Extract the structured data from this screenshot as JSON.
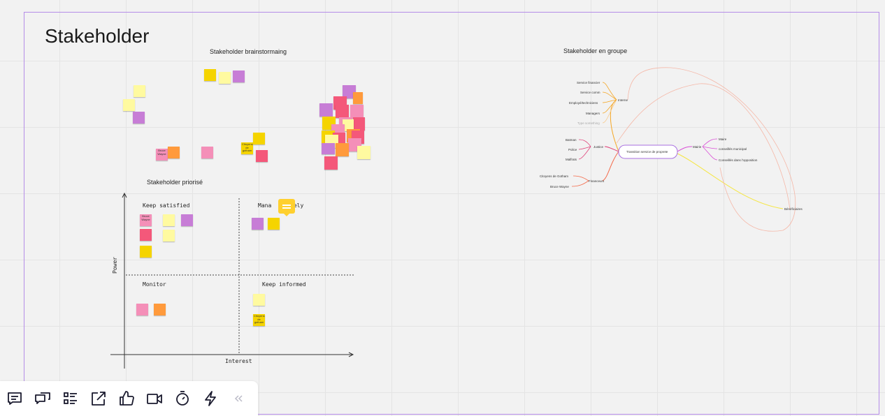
{
  "board": {
    "title": "Stakeholder",
    "sections": {
      "brainstorm": "Stakeholder brainstormaing",
      "groupe": "Stakeholder en groupe",
      "priorise": "Stakeholder priorisé"
    }
  },
  "brainstorm_notes": [
    {
      "text": "",
      "color": "#f5d400"
    },
    {
      "text": "",
      "color": "#fffaa0"
    },
    {
      "text": "",
      "color": "#c77dd6"
    },
    {
      "text": "",
      "color": "#fffaa0"
    },
    {
      "text": "",
      "color": "#fffaa0"
    },
    {
      "text": "",
      "color": "#c77dd6"
    },
    {
      "text": "Bruce Wayne",
      "color": "#f48fb8"
    },
    {
      "text": "",
      "color": "#ff9a3c"
    },
    {
      "text": "",
      "color": "#f48fb8"
    },
    {
      "text": "Citoyens de gotham",
      "color": "#f5d400"
    },
    {
      "text": "",
      "color": "#f5d400"
    },
    {
      "text": "",
      "color": "#f4587a"
    }
  ],
  "matrix": {
    "quadrants": {
      "keep_satisfied": "Keep satisfied",
      "manage_closely": "Mana",
      "manage_closely_tail": "sely",
      "monitor": "Monitor",
      "keep_informed": "Keep informed"
    },
    "axis": {
      "x": "Interest",
      "y": "Power"
    },
    "notes": [
      {
        "text": "Bruce Wayne",
        "color": "#f48fb8"
      },
      {
        "text": "",
        "color": "#fffaa0"
      },
      {
        "text": "",
        "color": "#c77dd6"
      },
      {
        "text": "",
        "color": "#f4587a"
      },
      {
        "text": "",
        "color": "#fffaa0"
      },
      {
        "text": "",
        "color": "#f5d400"
      },
      {
        "text": "",
        "color": "#c77dd6"
      },
      {
        "text": "",
        "color": "#f5d400"
      },
      {
        "text": "",
        "color": "#f48fb8"
      },
      {
        "text": "",
        "color": "#ff9a3c"
      },
      {
        "text": "",
        "color": "#fffaa0"
      },
      {
        "text": "Citoyens de gotham",
        "color": "#f5d400"
      }
    ]
  },
  "mindmap": {
    "center": "Transition service de proprete",
    "left_groups": [
      {
        "label": "Interne",
        "children": [
          "Service financier",
          "Service comm",
          "Employé/techniciens",
          "Managers",
          "Type something"
        ]
      },
      {
        "label": "Justice",
        "children": [
          "Batman",
          "Police",
          "Malfrats"
        ]
      },
      {
        "label": "Financeurs",
        "children": [
          "Citoyens de Gotham",
          "Bruce Wayne"
        ]
      }
    ],
    "right_group": {
      "label": "Mairie",
      "children": [
        "Maire",
        "conseillés municipal",
        "Conseillés dans l'opposition"
      ]
    },
    "beneficiaires": "Bénéficiaires"
  },
  "toolbar": {
    "icons": [
      "comments-icon",
      "chat-icon",
      "list-icon",
      "share-icon",
      "thumbs-up-icon",
      "video-icon",
      "timer-icon",
      "lightning-icon",
      "collapse-icon"
    ]
  }
}
